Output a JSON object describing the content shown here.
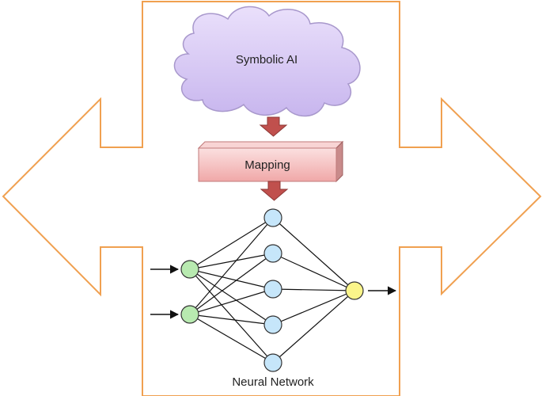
{
  "labels": {
    "cloud": "Symbolic AI",
    "mapping": "Mapping",
    "network": "Neural Network"
  },
  "colors": {
    "frame_outline": "#f0a050",
    "cloud_fill": "#d8c8f0",
    "cloud_stroke": "#a898cc",
    "box_fill": "#f6c4c4",
    "box_side": "#c07a7a",
    "down_arrow": "#c0504d",
    "input_node": "#b8eab0",
    "hidden_node": "#c6e6fa",
    "output_node": "#fbf58a"
  },
  "network": {
    "input_nodes": 2,
    "hidden_nodes": 5,
    "output_nodes": 1
  }
}
